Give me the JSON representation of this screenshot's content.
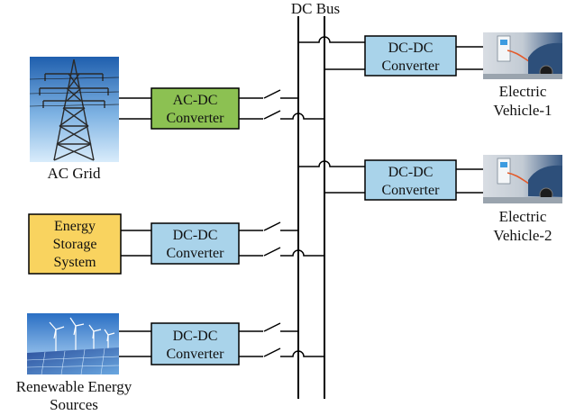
{
  "diagram": {
    "bus_label": "DC Bus",
    "sources": [
      {
        "caption": "AC Grid",
        "converter": [
          "AC-DC",
          "Converter"
        ]
      },
      {
        "caption_box": [
          "Energy",
          "Storage",
          "System"
        ],
        "converter": [
          "DC-DC",
          "Converter"
        ]
      },
      {
        "caption": [
          "Renewable Energy",
          "Sources"
        ],
        "converter": [
          "DC-DC",
          "Converter"
        ]
      }
    ],
    "loads": [
      {
        "caption": [
          "Electric",
          "Vehicle-1"
        ],
        "converter": [
          "DC-DC",
          "Converter"
        ]
      },
      {
        "caption": [
          "Electric",
          "Vehicle-2"
        ],
        "converter": [
          "DC-DC",
          "Converter"
        ]
      }
    ],
    "colors": {
      "ac_dc_converter": "#8cc152",
      "dc_dc_converter": "#a9d3ea",
      "energy_storage": "#f9d35f",
      "line": "#000000"
    }
  }
}
